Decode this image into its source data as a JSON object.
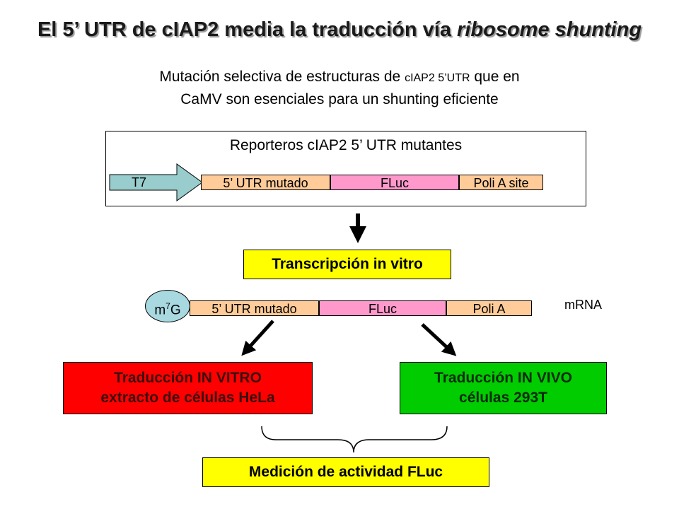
{
  "title": {
    "prefix": "El 5’ UTR de cIAP2 media la traducción vía ",
    "italic": "ribosome shunting"
  },
  "subtitle": {
    "line1_a": "Mutación selectiva de estructuras de ",
    "line1_small": "cIAP2 5’UTR",
    "line1_b": " que en",
    "line2": "CaMV son esenciales para un shunting eficiente"
  },
  "construct": {
    "title": "Reporteros cIAP2 5’ UTR mutantes",
    "promoter": "T7",
    "segments": [
      "5’ UTR mutado",
      "FLuc",
      "Poli A site"
    ]
  },
  "transcription_label": "Transcripción in vitro",
  "mrna": {
    "cap_base": "m",
    "cap_sup": "7",
    "cap_tail": "G",
    "segments": [
      "5’ UTR mutado",
      "FLuc",
      "Poli A"
    ],
    "label": "mRNA"
  },
  "in_vitro": {
    "line1": "Traducción IN VITRO",
    "line2": "extracto de células HeLa"
  },
  "in_vivo": {
    "line1": "Traducción IN VIVO",
    "line2": "células  293T"
  },
  "measurement_label": "Medición de actividad FLuc",
  "colors": {
    "utr": "#ffcc99",
    "fluc": "#ff99cc",
    "promoter_arrow": "#99cccc",
    "cap": "#a8d8e0",
    "yellow": "#ffff00",
    "red": "#ff0000",
    "green": "#00cc00"
  }
}
